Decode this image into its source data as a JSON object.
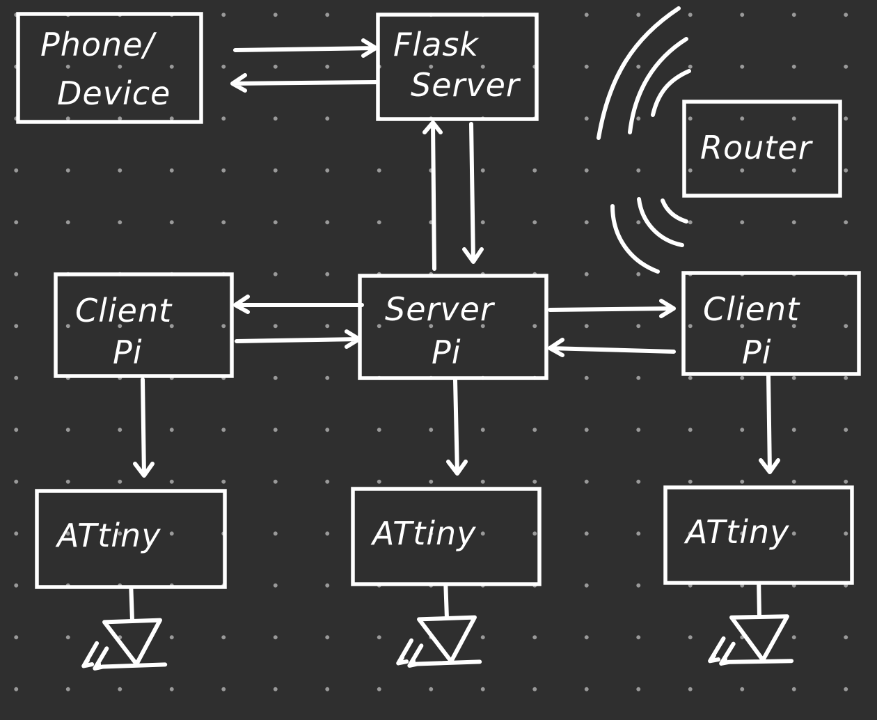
{
  "colors": {
    "background": "#2f2f2f",
    "ink": "#ffffff",
    "dot": "#9a9a9a"
  },
  "nodes": {
    "phone": {
      "line1": "Phone/",
      "line2": "Device"
    },
    "flask": {
      "line1": "Flask",
      "line2": "Server"
    },
    "router": {
      "line1": "Router"
    },
    "client_left": {
      "line1": "Client",
      "line2": "Pi"
    },
    "server_pi": {
      "line1": "Server",
      "line2": "Pi"
    },
    "client_right": {
      "line1": "Client",
      "line2": "Pi"
    },
    "attiny_left": {
      "line1": "ATtiny"
    },
    "attiny_middle": {
      "line1": "ATtiny"
    },
    "attiny_right": {
      "line1": "ATtiny"
    }
  },
  "icons": {
    "router_signal": "wifi-signal-icon",
    "led": "led-icon"
  }
}
